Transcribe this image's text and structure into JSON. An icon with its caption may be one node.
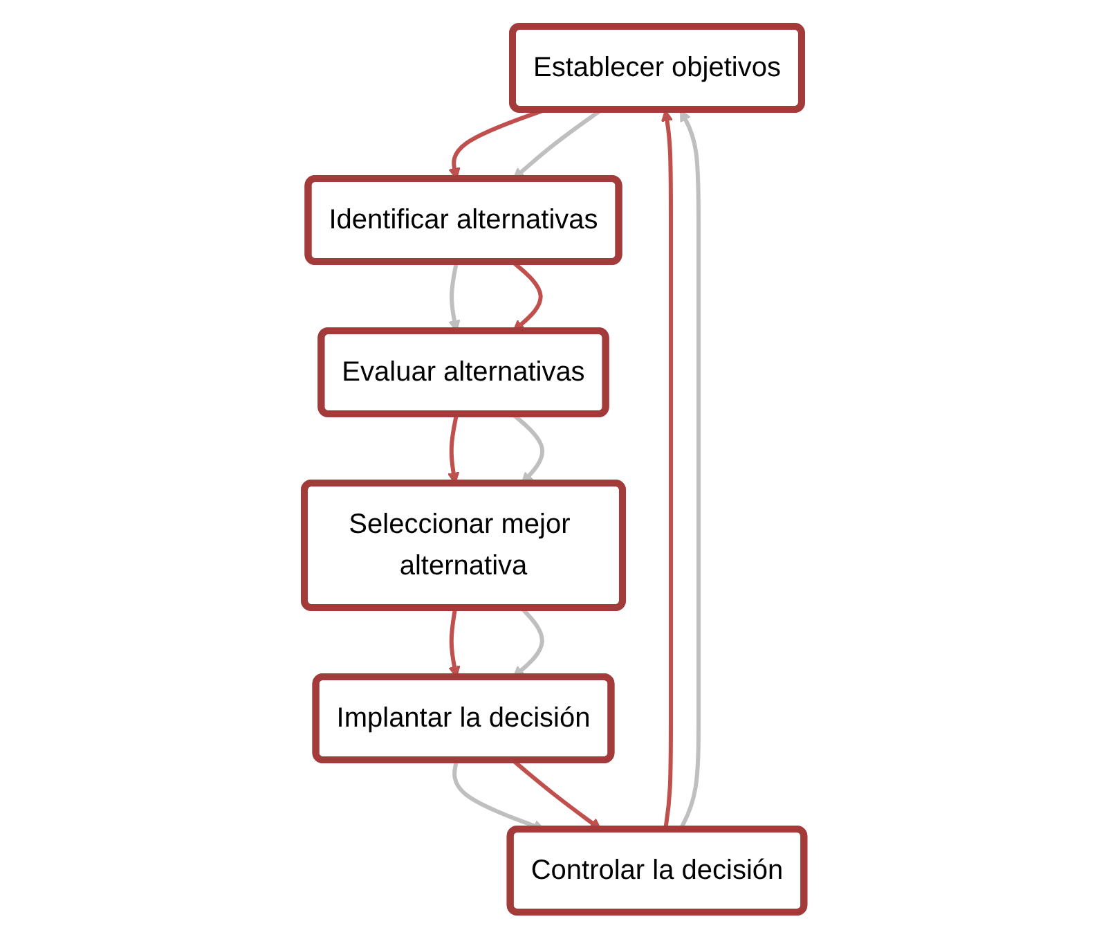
{
  "diagram": {
    "nodes": [
      {
        "text": [
          "Establecer objetivos"
        ]
      },
      {
        "text": [
          "Identificar alternativas"
        ]
      },
      {
        "text": [
          "Evaluar alternativas"
        ]
      },
      {
        "text": [
          "Seleccionar mejor alternativa"
        ]
      },
      {
        "text": [
          "Implantar la decisión"
        ]
      },
      {
        "text": [
          "Controlar la decisión"
        ]
      }
    ],
    "edges": [
      {
        "from": 0,
        "to": 1,
        "arrow": "to",
        "color": "#c0504d"
      },
      {
        "from": 0,
        "to": 1,
        "arrow": "to",
        "color": "#bfbfbf"
      },
      {
        "from": 1,
        "to": 2,
        "arrow": "to",
        "color": "#bfbfbf"
      },
      {
        "from": 1,
        "to": 2,
        "arrow": "to",
        "color": "#c0504d"
      },
      {
        "from": 2,
        "to": 3,
        "arrow": "to",
        "color": "#c0504d"
      },
      {
        "from": 2,
        "to": 3,
        "arrow": "to",
        "color": "#bfbfbf"
      },
      {
        "from": 3,
        "to": 4,
        "arrow": "to",
        "color": "#c0504d"
      },
      {
        "from": 3,
        "to": 4,
        "arrow": "to",
        "color": "#bfbfbf"
      },
      {
        "from": 4,
        "to": 5,
        "arrow": "to",
        "color": "#bfbfbf"
      },
      {
        "from": 4,
        "to": 5,
        "arrow": "to",
        "color": "#c0504d"
      },
      {
        "from": 5,
        "to": 0,
        "arrow": "to",
        "color": "#c0504d"
      },
      {
        "from": 5,
        "to": 0,
        "arrow": "to",
        "color": "#bfbfbf"
      }
    ]
  }
}
